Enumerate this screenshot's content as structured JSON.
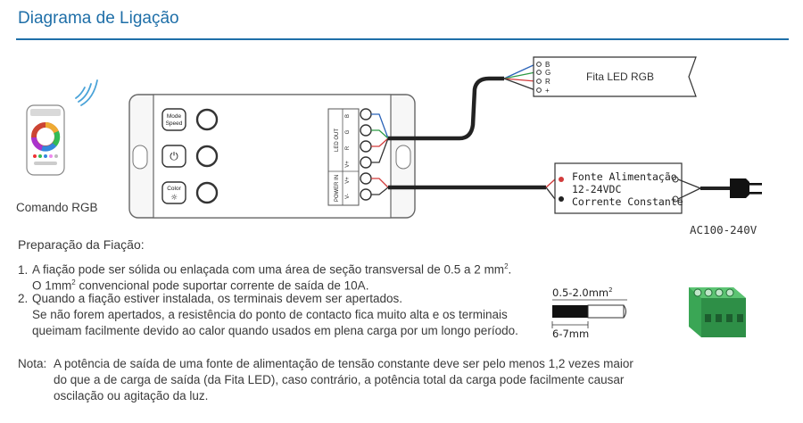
{
  "header": {
    "title": "Diagrama de Ligação"
  },
  "remote": {
    "label": "Comando RGB"
  },
  "controller": {
    "buttons": [
      {
        "line1": "Mode",
        "line2": "Speed"
      },
      {
        "line1": "⏻",
        "line2": ""
      },
      {
        "line1": "Color",
        "line2": "☼"
      }
    ],
    "led_out_label": "LED OUT",
    "power_in_label": "POWER IN",
    "terminals": [
      "B",
      "G",
      "R",
      "V+",
      "V+",
      "V-"
    ]
  },
  "strip": {
    "label": "Fita LED RGB",
    "pins": [
      "B",
      "G",
      "R",
      "+"
    ]
  },
  "psu": {
    "line1": "Fonte Alimentação",
    "line2": "12-24VDC",
    "line3": "Corrente Constante"
  },
  "mains": {
    "label": "AC100-240V"
  },
  "wiring": {
    "heading": "Preparação da Fiação:",
    "item1": {
      "num": "1.",
      "line1_a": "A fiação pode ser sólida ou enlaçada com uma área de seção transversal de 0.5 a 2 mm",
      "line1_sup": "2",
      "line1_b": ".",
      "line2_a": "O 1mm",
      "line2_sup": "2",
      "line2_b": " convencional pode suportar corrente de saída de 10A."
    },
    "item2": {
      "num": "2.",
      "line1": "Quando a fiação estiver instalada, os terminais devem ser apertados.",
      "line2": "Se não forem apertados, a resistência do ponto de contacto fica muito alta e os terminais",
      "line3": "queimam facilmente devido ao calor quando usados em plena carga por um longo período."
    },
    "wire_gauge_a": "0.5-2.0mm",
    "wire_gauge_sup": "2",
    "strip_length": "6-7mm"
  },
  "note": {
    "label": "Nota:",
    "line1": "A potência de saída de uma fonte de alimentação de tensão constante deve ser pelo menos 1,2 vezes maior",
    "line2": "do que a de carga de saída (da Fita LED), caso contrário, a potência total da carga pode facilmente causar",
    "line3": "oscilação ou agitação da luz."
  },
  "colors": {
    "accent": "#1f6fa8",
    "terminal_green": "#3aa655",
    "wire_red": "#d23b3b",
    "wire_green": "#2e9a45",
    "wire_blue": "#2a63b8"
  }
}
